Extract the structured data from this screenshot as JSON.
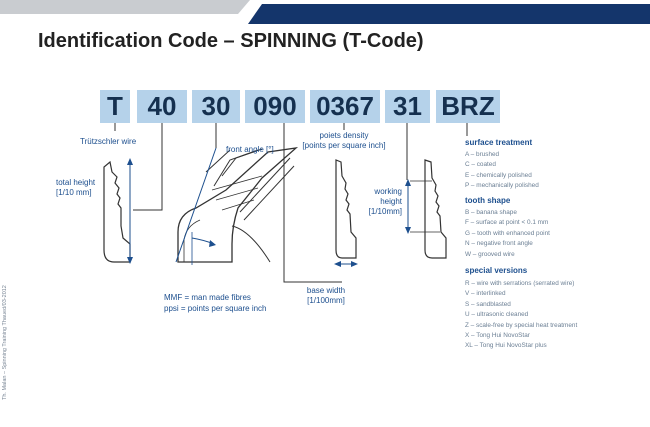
{
  "title": "Identification Code – SPINNING (T-Code)",
  "code_segments": [
    "T",
    "40",
    "30",
    "090",
    "0367",
    "31",
    "BRZ"
  ],
  "labels": {
    "wire": "Trützschler wire",
    "total_height": [
      "total height",
      "[1/10 mm]"
    ],
    "front_angle": "front angle [°]",
    "point_density": [
      "poiets density",
      "[points per square inch]"
    ],
    "working_height": [
      "working",
      "height",
      "[1/10mm]"
    ],
    "base_width": [
      "base width",
      "[1/100mm]"
    ]
  },
  "surface_treatment": {
    "heading": "surface treatment",
    "items": [
      "A – brushed",
      "C – coated",
      "E – chemically polished",
      "P – mechanically polished"
    ]
  },
  "tooth_shape": {
    "heading": "tooth shape",
    "items": [
      "B – banana shape",
      "F – surface at point < 0.1 mm",
      "G – tooth with enhanced point",
      "N – negative front angle",
      "W – grooved wire"
    ]
  },
  "special_versions": {
    "heading": "special versions",
    "items": [
      "R – wire with serrations (serrated wire)",
      "V – interlinked",
      "S – sandblasted",
      "U – ultrasonic cleaned",
      "Z – scale-free by special heat treatment",
      "X – Tong Hui NovoStar",
      "XL – Tong Hui NovoStar plus"
    ]
  },
  "notes": [
    "MMF = man made fibres",
    "ppsi = points per square inch"
  ],
  "footer": "Th. Malan – Spinning Training Thaued/03-2012",
  "colors": {
    "code_box": "#b5d2ea",
    "code_text": "#15304f",
    "label": "#1d4f8e",
    "band_dark": "#14356b",
    "band_gray": "#c9ccd0"
  }
}
